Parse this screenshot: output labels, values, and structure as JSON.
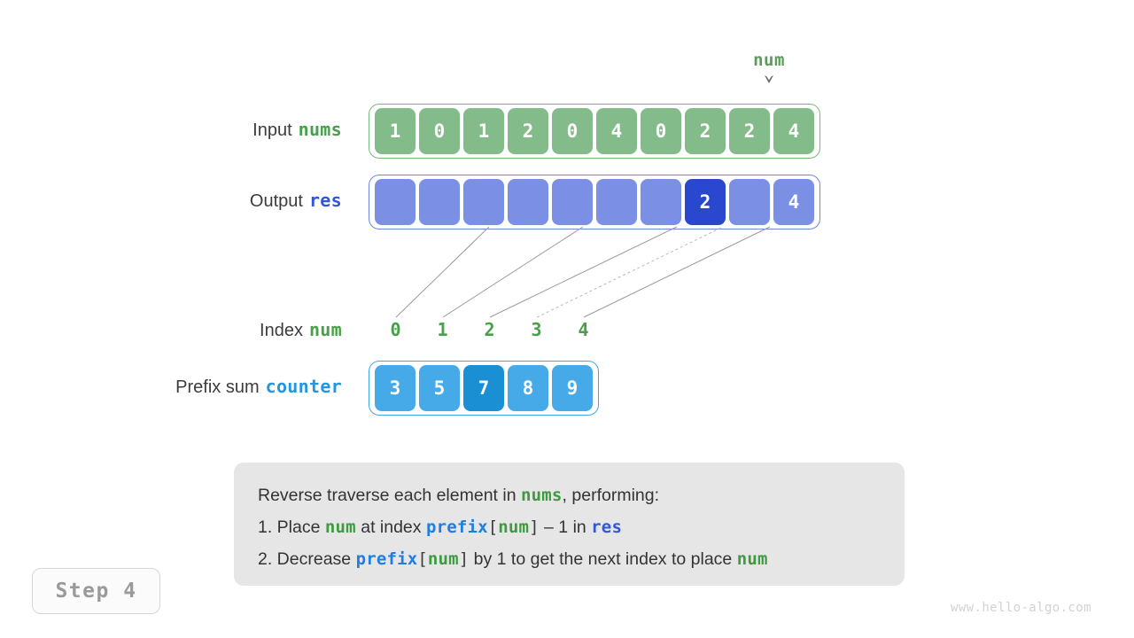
{
  "pointer": {
    "label": "num",
    "arrow": "⌄",
    "color": "#5b9c5b",
    "target_index": 8
  },
  "rows": {
    "input": {
      "label": "Input",
      "var": "nums",
      "values": [
        "1",
        "0",
        "1",
        "2",
        "0",
        "4",
        "0",
        "2",
        "2",
        "4"
      ],
      "color": "#83bb8a",
      "border": "#79b87c"
    },
    "output": {
      "label": "Output",
      "var": "res",
      "values": [
        "",
        "",
        "",
        "",
        "",
        "",
        "",
        "2",
        "",
        "4"
      ],
      "highlight_index": 7,
      "color": "#7b8fe4",
      "highlight_color": "#2a47d0",
      "border": "#6f86e2"
    },
    "index": {
      "label": "Index",
      "var": "num",
      "values": [
        "0",
        "1",
        "2",
        "3",
        "4"
      ],
      "color": "#49a04b"
    },
    "prefix": {
      "label": "Prefix sum",
      "var": "counter",
      "values": [
        "3",
        "5",
        "7",
        "8",
        "9"
      ],
      "highlight_index": 2,
      "color": "#46aae8",
      "highlight_color": "#1b8fd4",
      "border": "#3fa6e6"
    }
  },
  "note": {
    "line1": {
      "a": "Reverse traverse each element in ",
      "b": "nums",
      "c": ", performing:"
    },
    "line2": {
      "a": "1. Place ",
      "b": "num",
      "c": " at index ",
      "d": "prefix",
      "e": "[",
      "f": "num",
      "g": "]",
      "h": " – 1 in ",
      "i": "res"
    },
    "line3": {
      "a": "2. Decrease ",
      "b": "prefix",
      "c": "[",
      "d": "num",
      "e": "]",
      "f": " by 1 to get the next index to place ",
      "g": "num"
    }
  },
  "step_badge": "Step 4",
  "watermark": "www.hello-algo.com"
}
